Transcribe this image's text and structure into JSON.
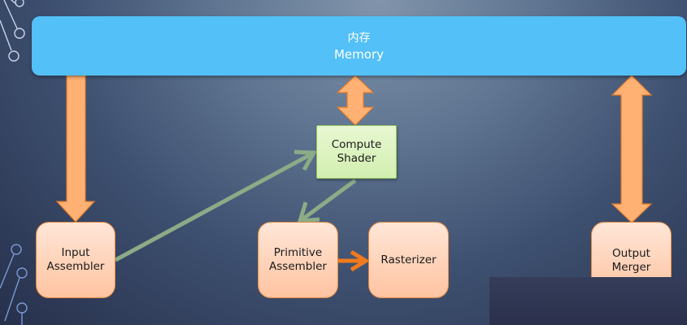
{
  "memory": {
    "label_zh": "内存",
    "label_en": "Memory"
  },
  "nodes": {
    "input_assembler": {
      "line1": "Input",
      "line2": "Assembler"
    },
    "compute_shader": {
      "line1": "Compute",
      "line2": "Shader"
    },
    "primitive_assembler": {
      "line1": "Primitive",
      "line2": "Assembler"
    },
    "rasterizer": {
      "line1": "Rasterizer"
    },
    "output_merger": {
      "line1": "Output",
      "line2": "Merger"
    }
  },
  "colors": {
    "memory": "#53c0f7",
    "stage_orange": "#ffd1b6",
    "arrow_orange": "#ffb173",
    "arrow_orange_border": "#e07a2c",
    "compute_green": "#d2efb0",
    "data_arrow_green": "#8cab86",
    "decor_line": "#b9cbe6"
  }
}
